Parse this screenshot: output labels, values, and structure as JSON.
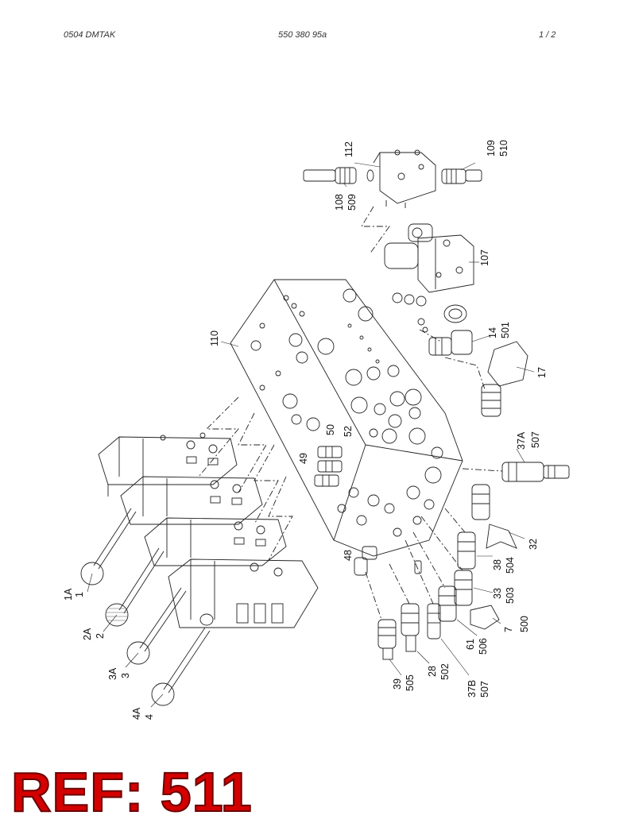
{
  "header": {
    "left": "0504   DMTAK",
    "center": "550 380 95a",
    "right": "1 /   2"
  },
  "callouts": [
    {
      "id": "112",
      "text": "112"
    },
    {
      "id": "109",
      "text": "109"
    },
    {
      "id": "510",
      "text": "510"
    },
    {
      "id": "108",
      "text": "108"
    },
    {
      "id": "509",
      "text": "509"
    },
    {
      "id": "107",
      "text": "107"
    },
    {
      "id": "110",
      "text": "110"
    },
    {
      "id": "14",
      "text": "14"
    },
    {
      "id": "501",
      "text": "501"
    },
    {
      "id": "17",
      "text": "17"
    },
    {
      "id": "50",
      "text": "50"
    },
    {
      "id": "52",
      "text": "52"
    },
    {
      "id": "49",
      "text": "49"
    },
    {
      "id": "37A",
      "text": "37A"
    },
    {
      "id": "507a",
      "text": "507"
    },
    {
      "id": "48",
      "text": "48"
    },
    {
      "id": "32",
      "text": "32"
    },
    {
      "id": "38",
      "text": "38"
    },
    {
      "id": "504",
      "text": "504"
    },
    {
      "id": "33",
      "text": "33"
    },
    {
      "id": "503",
      "text": "503"
    },
    {
      "id": "7",
      "text": "7"
    },
    {
      "id": "500",
      "text": "500"
    },
    {
      "id": "61",
      "text": "61"
    },
    {
      "id": "506",
      "text": "506"
    },
    {
      "id": "28",
      "text": "28"
    },
    {
      "id": "502",
      "text": "502"
    },
    {
      "id": "37B",
      "text": "37B"
    },
    {
      "id": "507b",
      "text": "507"
    },
    {
      "id": "39",
      "text": "39"
    },
    {
      "id": "505",
      "text": "505"
    },
    {
      "id": "1A",
      "text": "1A"
    },
    {
      "id": "1",
      "text": "1"
    },
    {
      "id": "2A",
      "text": "2A"
    },
    {
      "id": "2",
      "text": "2"
    },
    {
      "id": "3A",
      "text": "3A"
    },
    {
      "id": "3",
      "text": "3"
    },
    {
      "id": "4A",
      "text": "4A"
    },
    {
      "id": "4",
      "text": "4"
    }
  ],
  "reference": "REF: 511"
}
